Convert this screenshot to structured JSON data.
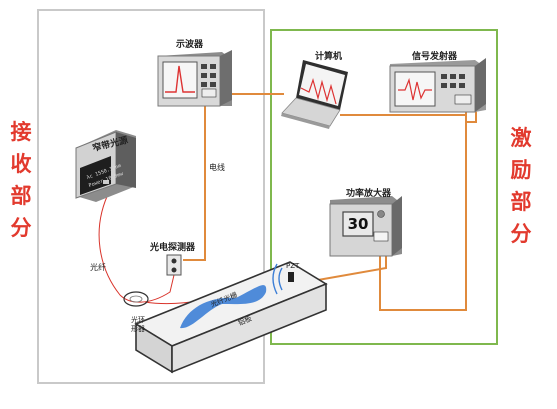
{
  "labels": {
    "receive": [
      "接",
      "收",
      "部",
      "分"
    ],
    "excite": [
      "激",
      "励",
      "部",
      "分"
    ],
    "oscilloscope": "示波器",
    "computer": "计算机",
    "signal_generator": "信号发射器",
    "light_source": "窄带光源",
    "power_amplifier": "功率放大器",
    "cable": "电线",
    "photodetector": "光电探测器",
    "fiber": "光纤",
    "circulator": "光环形器",
    "pzt": "PZT",
    "fiber_sensor": "光纤光栅",
    "plate": "铝板"
  },
  "amplifier_display": "30",
  "source_screen": [
    "λc 1550.12nm",
    "Power 10.0mw"
  ],
  "colors": {
    "receive_text": "#e23a2e",
    "excite_box": "#7fb84e",
    "cable": "#e08a3c",
    "fiber": "#d9342b",
    "sensor_blue": "#3d7fd6"
  }
}
